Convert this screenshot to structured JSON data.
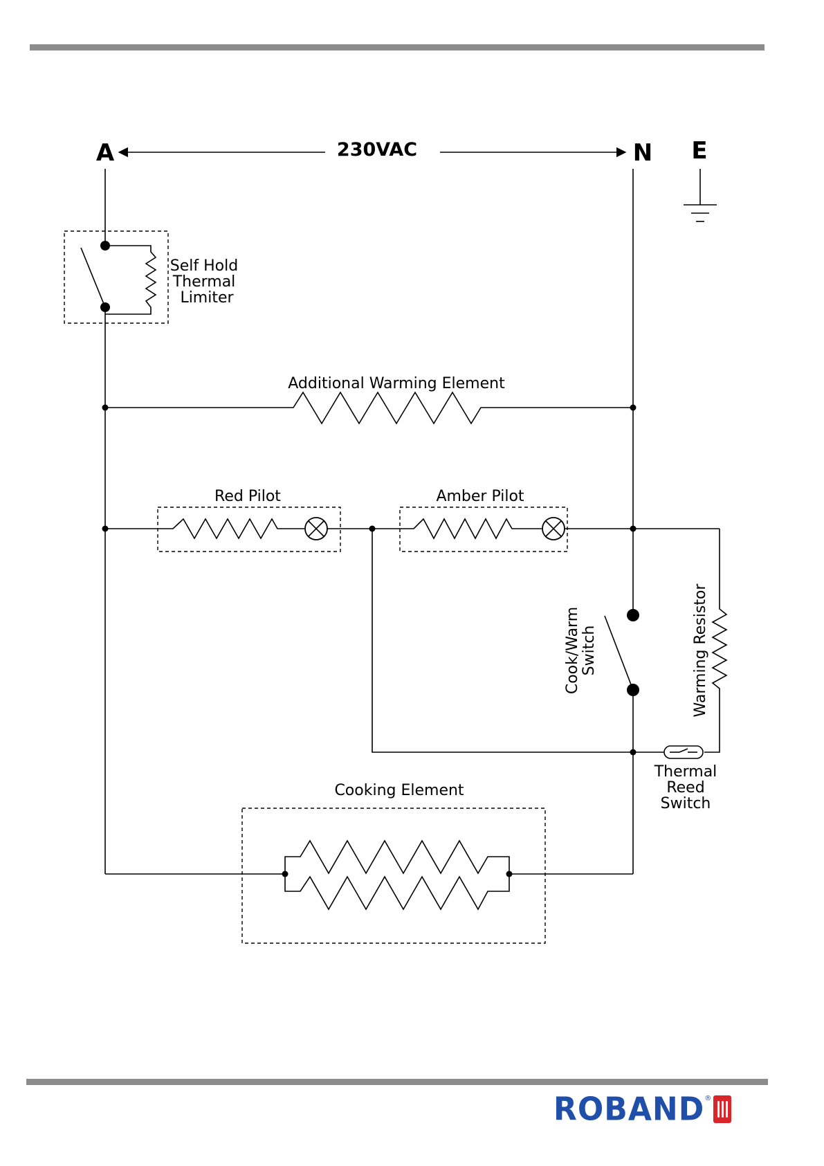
{
  "terminals": {
    "active": "A",
    "neutral": "N",
    "earth": "E"
  },
  "supply_voltage": "230VAC",
  "components": {
    "limiter_line1": "Self Hold",
    "limiter_line2": "Thermal",
    "limiter_line3": "Limiter",
    "additional_warming_element": "Additional Warming Element",
    "red_pilot": "Red Pilot",
    "amber_pilot": "Amber Pilot",
    "cook_warm_line1": "Cook/Warm",
    "cook_warm_line2": "Switch",
    "warming_resistor": "Warming Resistor",
    "reed_line1": "Thermal",
    "reed_line2": "Reed",
    "reed_line3": "Switch",
    "cooking_element": "Cooking Element"
  },
  "brand": {
    "name": "ROBAND",
    "registered": "®",
    "color": "#1f4fa8",
    "mark_color": "#d9262a"
  },
  "rule_color": "#8c8c8c"
}
